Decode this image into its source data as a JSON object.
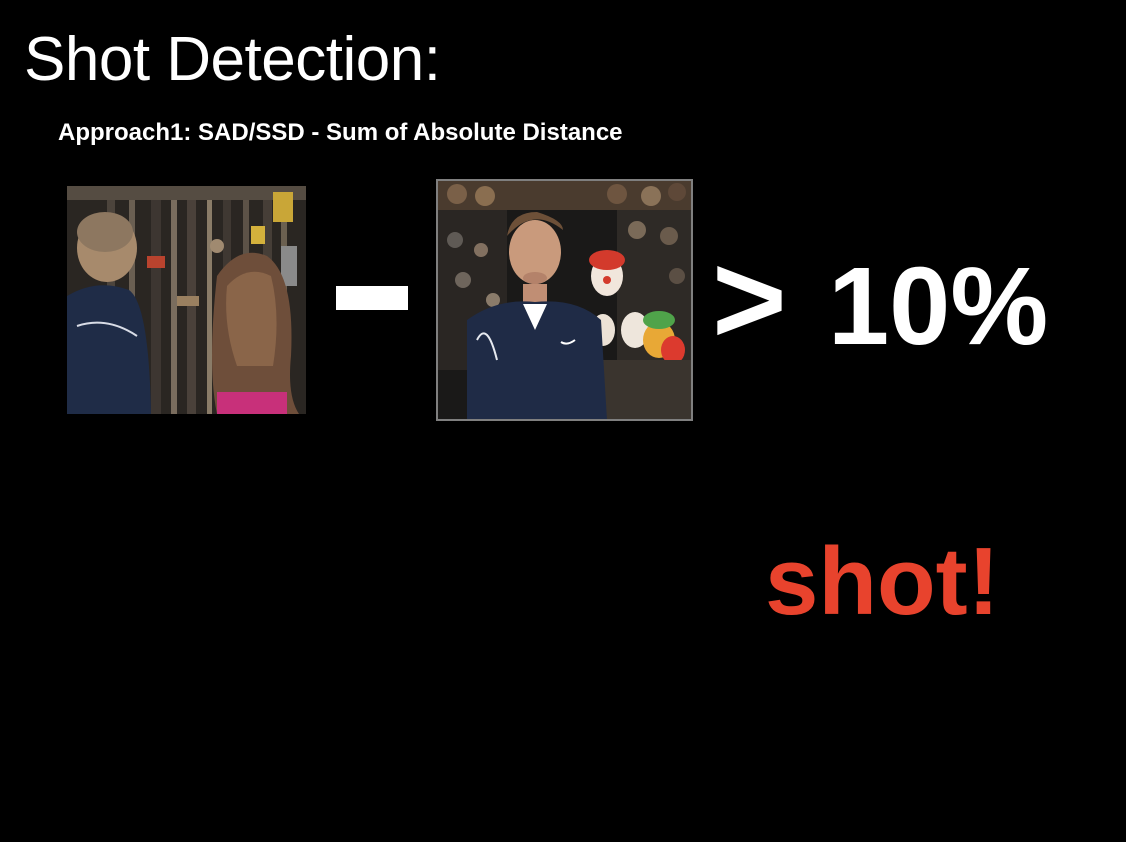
{
  "slide": {
    "title": "Shot Detection:",
    "subtitle": "Approach1: SAD/SSD - Sum of Absolute Distance",
    "operator_minus": "−",
    "operator_gt": ">",
    "threshold": "10%",
    "result": "shot!"
  },
  "colors": {
    "background": "#000000",
    "text": "#ffffff",
    "result_accent": "#e8432d"
  }
}
